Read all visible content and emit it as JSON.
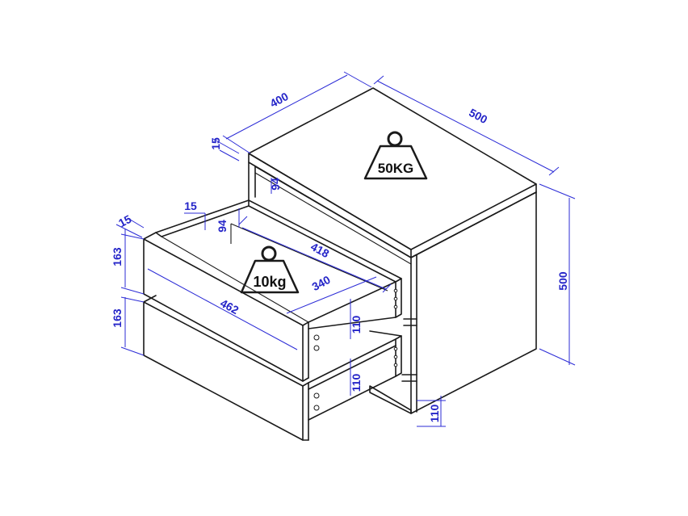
{
  "colors": {
    "outline": "#1a1a1a",
    "dimension": "#2424c8",
    "background": "#ffffff"
  },
  "dimensions": {
    "depth_top": "400",
    "width_top": "500",
    "height_right": "500",
    "top_thickness": "15",
    "inner_gap": "94",
    "drawer_side_thickness": "15",
    "drawer_front_thickness": "15",
    "drawer_inner_height": "94",
    "drawer_inner_length": "418",
    "drawer_inner_width": "340",
    "drawer_front_width": "462",
    "drawer_front_height_upper": "163",
    "drawer_front_height_lower": "163",
    "drawer_box_height_upper": "110",
    "drawer_box_height_lower": "110",
    "plinth_height": "110"
  },
  "weights": {
    "top_load": "50KG",
    "drawer_load": "10kg"
  }
}
